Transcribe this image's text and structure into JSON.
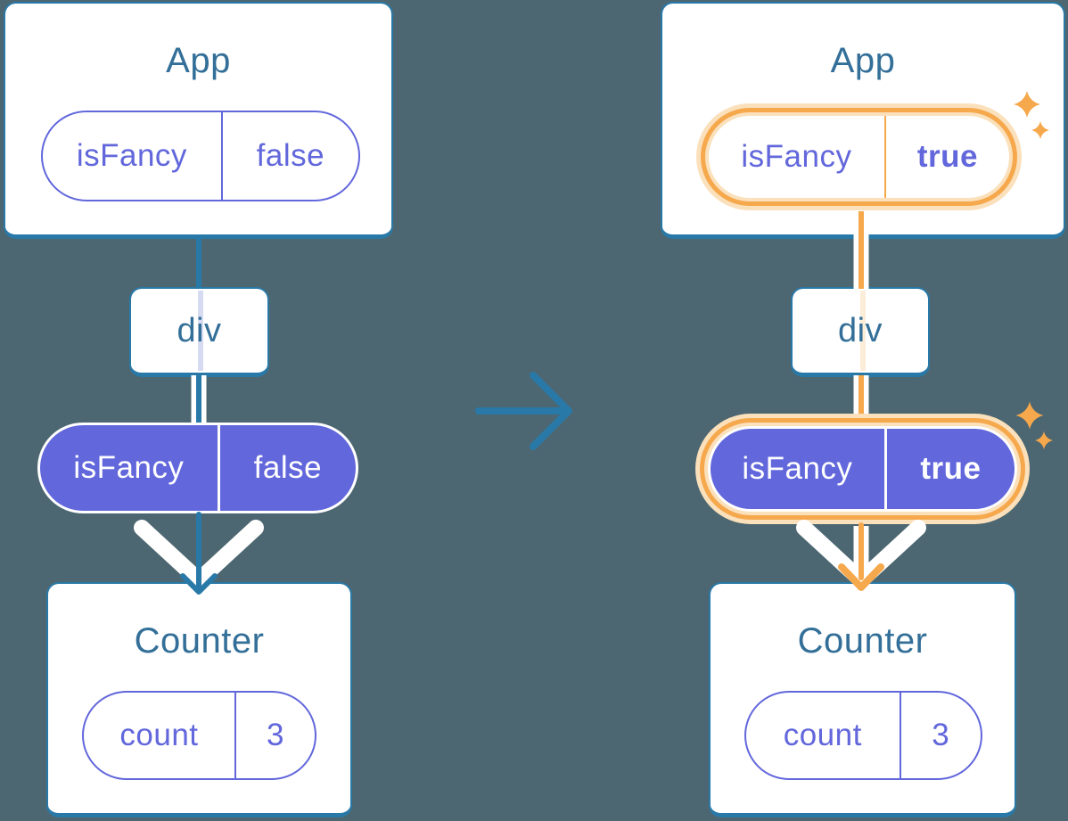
{
  "diagram_title": "React state preservation: App tree before and after isFancy prop changes",
  "colors": {
    "background": "#4C6771",
    "card_border": "#2979A8",
    "heading": "#336F98",
    "purple": "#6267DB",
    "pale_lavender": "#D6DBF2",
    "orange": "#F6A84C",
    "orange_glow": "#FBE0BC",
    "pale_orange": "#FCEDD8",
    "arrow_blue": "#2979A8",
    "white": "#FFFFFF"
  },
  "trees": {
    "left": {
      "app": {
        "title": "App",
        "state_key": "isFancy",
        "state_value": "false"
      },
      "div_label": "div",
      "prop_key": "isFancy",
      "prop_value": "false",
      "counter": {
        "title": "Counter",
        "state_key": "count",
        "state_value": "3"
      }
    },
    "right": {
      "app": {
        "title": "App",
        "state_key": "isFancy",
        "state_value": "true"
      },
      "div_label": "div",
      "prop_key": "isFancy",
      "prop_value": "true",
      "counter": {
        "title": "Counter",
        "state_key": "count",
        "state_value": "3"
      }
    }
  },
  "transition_arrow": {
    "direction": "right"
  },
  "highlight": {
    "changed_value": "true",
    "sparkle_count": 4
  }
}
